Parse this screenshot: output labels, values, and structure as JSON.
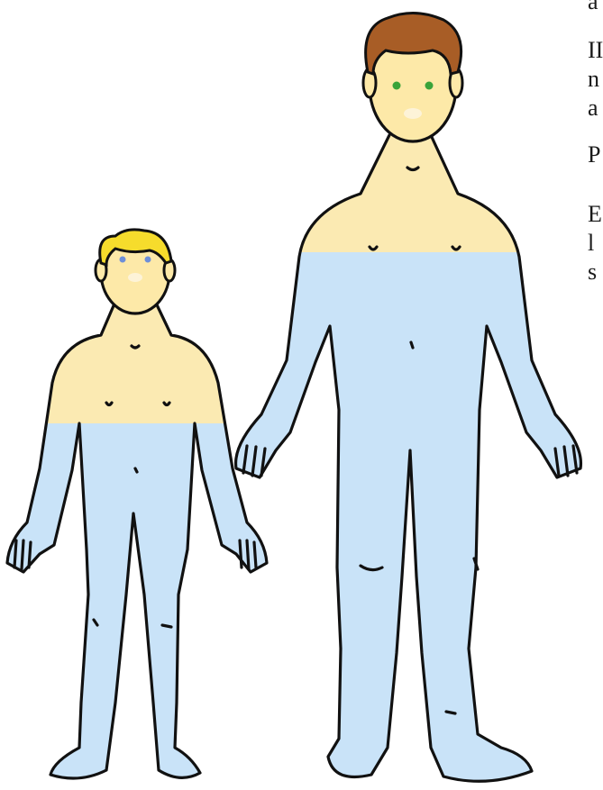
{
  "colors": {
    "background": "#ffffff",
    "upper_body": "#fbeab2",
    "lower_body": "#c9e3f8",
    "face": "#fde9a8",
    "child_hair": "#f6dc2c",
    "adult_hair": "#a85d26",
    "child_eyes": "#6e8fd8",
    "adult_eyes": "#3aa33a",
    "outline": "#111111"
  },
  "figures": [
    {
      "name": "child",
      "hair": "blond",
      "eye_color": "blue"
    },
    {
      "name": "adult",
      "hair": "brown",
      "eye_color": "green"
    }
  ],
  "cropped_text": [
    "a",
    "II",
    "n",
    "a",
    "P",
    "E",
    "l",
    "s"
  ]
}
